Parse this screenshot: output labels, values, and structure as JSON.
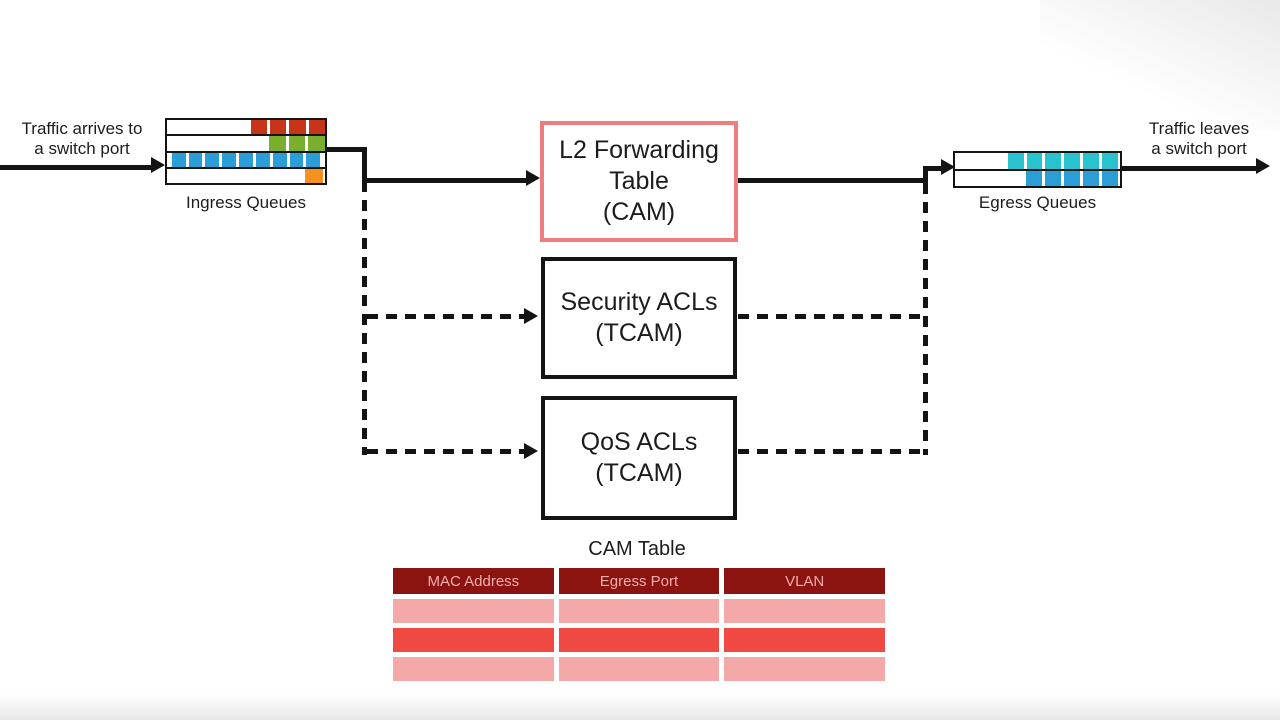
{
  "diagram": {
    "in_label": [
      "Traffic arrives to",
      "a switch port"
    ],
    "out_label": [
      "Traffic leaves",
      "a switch port"
    ],
    "ingress_queues": {
      "label": "Ingress Queues",
      "rows": [
        {
          "color": "#c8341a",
          "start": 0.53,
          "end": 1.0,
          "count": 4
        },
        {
          "color": "#79af2c",
          "start": 0.645,
          "end": 1.0,
          "count": 3
        },
        {
          "color": "#2b9ed8",
          "start": 0.03,
          "end": 0.97,
          "count": 9
        },
        {
          "color": "#f6911e",
          "start": 0.875,
          "end": 0.985,
          "count": 1
        }
      ]
    },
    "egress_queues": {
      "label": "Egress Queues",
      "rows": [
        {
          "color": "#29c3cf",
          "start": 0.32,
          "end": 0.985,
          "count": 6
        },
        {
          "color": "#2b9ed8",
          "start": 0.43,
          "end": 0.985,
          "count": 5
        }
      ]
    },
    "nodes": {
      "l2": {
        "lines": [
          "L2 Forwarding",
          "Table",
          "(CAM)"
        ],
        "border_color": "#ee7d7d"
      },
      "security": {
        "lines": [
          "Security ACLs",
          "(TCAM)"
        ],
        "border_color": "#141414"
      },
      "qos": {
        "lines": [
          "QoS ACLs",
          "(TCAM)"
        ],
        "border_color": "#141414"
      }
    }
  },
  "cam_table": {
    "title": "CAM Table",
    "headers": [
      "MAC Address",
      "Egress Port",
      "VLAN"
    ],
    "header_bg": "#8b1310",
    "header_fg": "#f2aeac",
    "row_colors": [
      "#f3a9a7",
      "#ee4a42",
      "#f3a9a7"
    ]
  },
  "colors": {
    "line": "#141414",
    "queue_red": "#c8341a",
    "queue_green": "#79af2c",
    "queue_blue": "#2b9ed8",
    "queue_orange": "#f6911e",
    "queue_cyan": "#29c3cf",
    "cam_node_border_pink": "#ee7d7d"
  }
}
